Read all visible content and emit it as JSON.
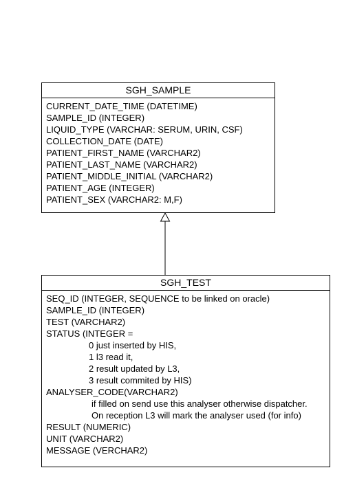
{
  "sample_class": {
    "name": "SGH_SAMPLE",
    "attributes": [
      "CURRENT_DATE_TIME (DATETIME)",
      "SAMPLE_ID (INTEGER)",
      "LIQUID_TYPE (VARCHAR: SERUM, URIN, CSF)",
      "COLLECTION_DATE (DATE)",
      "PATIENT_FIRST_NAME (VARCHAR2)",
      "PATIENT_LAST_NAME (VARCHAR2)",
      "PATIENT_MIDDLE_INITIAL (VARCHAR2)",
      "PATIENT_AGE (INTEGER)",
      "PATIENT_SEX (VARCHAR2: M,F)"
    ]
  },
  "test_class": {
    "name": "SGH_TEST",
    "attributes": [
      "SEQ_ID (INTEGER, SEQUENCE to be linked on oracle)",
      "SAMPLE_ID (INTEGER)",
      "TEST (VARCHAR2)",
      "STATUS (INTEGER =",
      "0 just inserted by HIS,",
      "1 l3 read it,",
      "2 result updated by L3,",
      "3 result commited by HIS)",
      "ANALYSER_CODE(VARCHAR2)",
      "if filled on send use this analyser otherwise dispatcher.",
      "On reception L3 will mark the analyser used (for info)",
      "RESULT (NUMERIC)",
      "UNIT (VARCHAR2)",
      "MESSAGE (VERCHAR2)"
    ]
  },
  "relationship": {
    "type": "generalization",
    "from": "SGH_TEST",
    "to": "SGH_SAMPLE"
  }
}
